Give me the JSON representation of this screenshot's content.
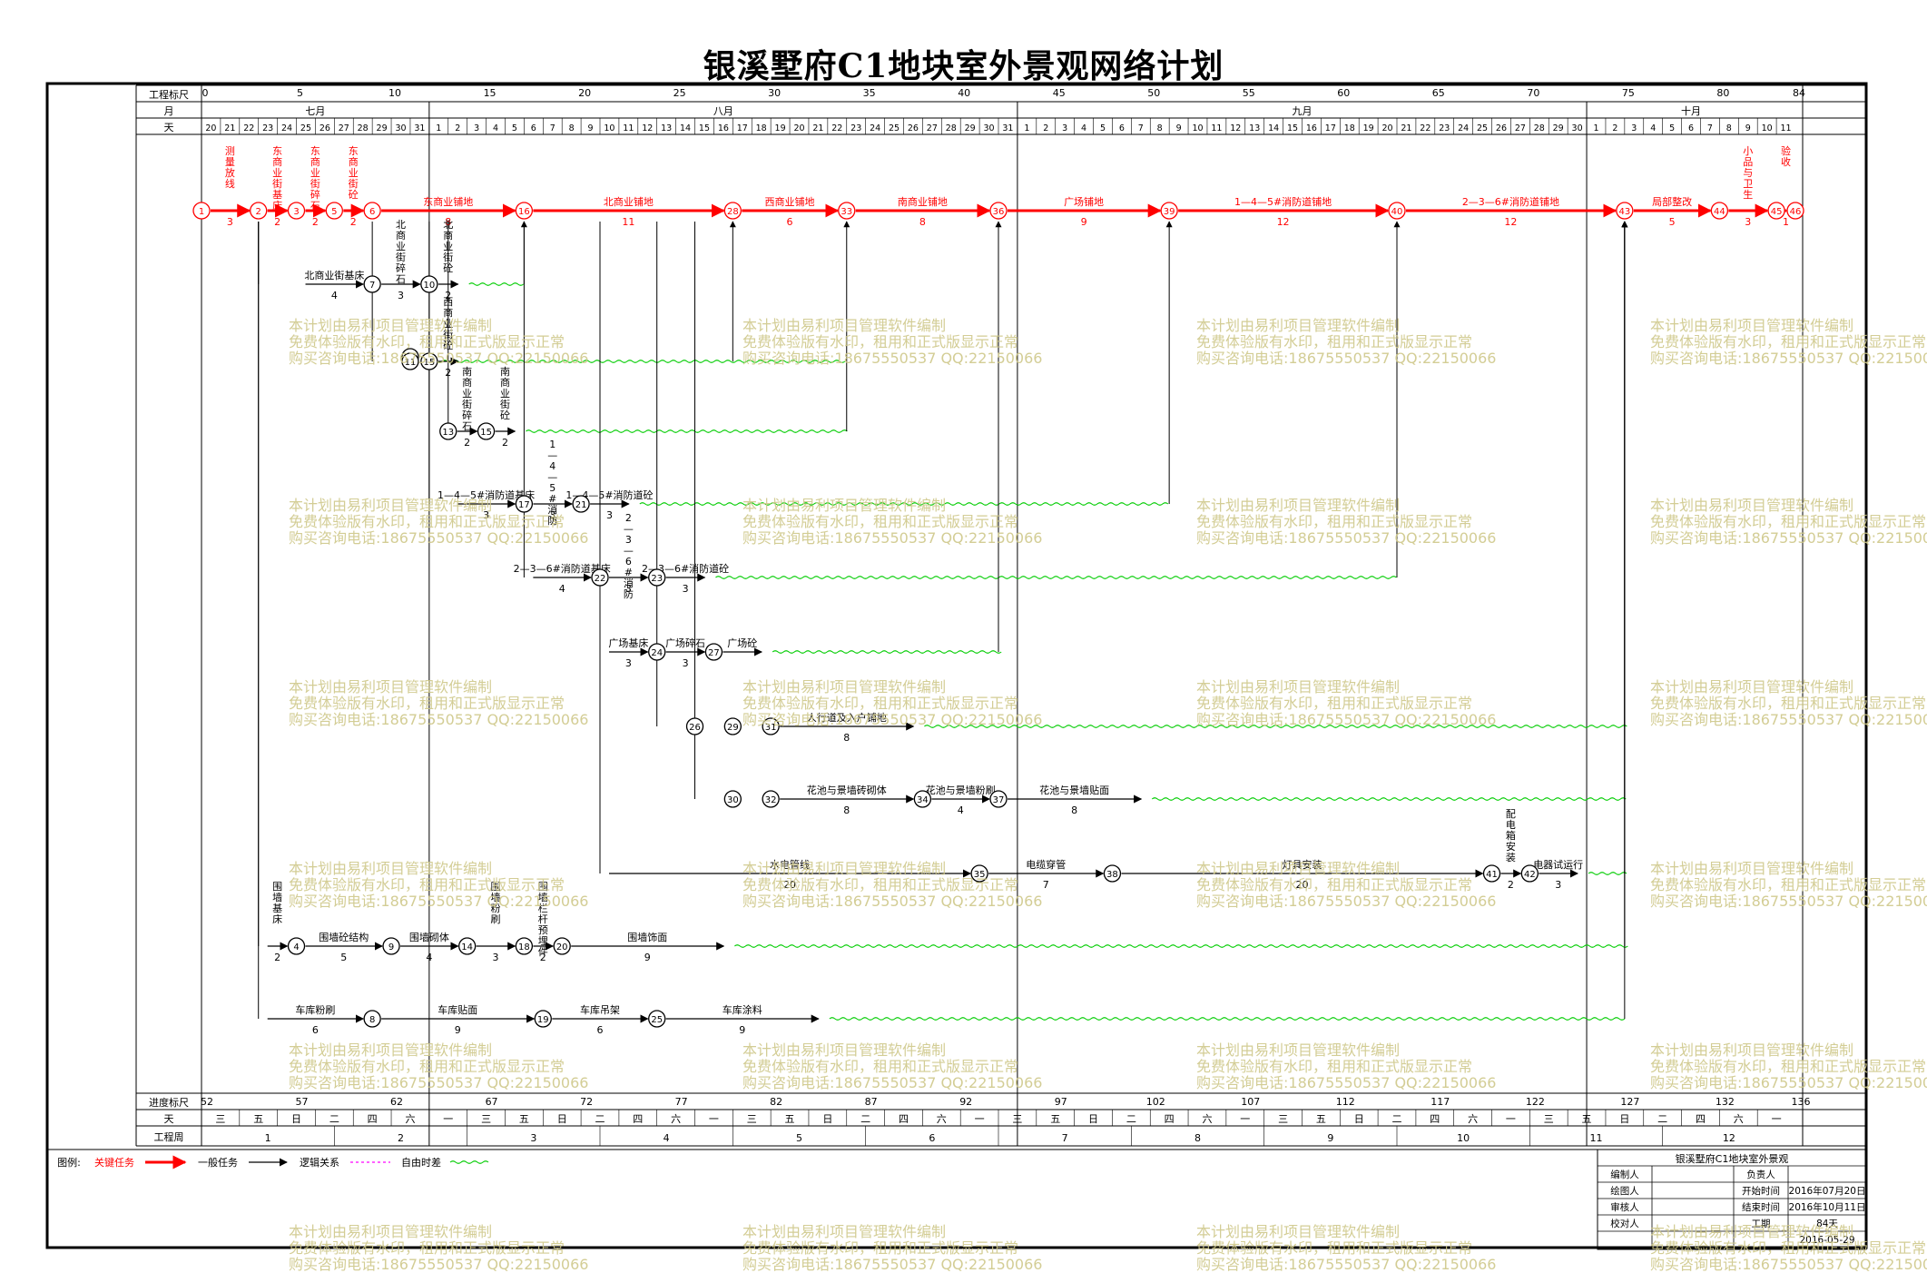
{
  "title": "银溪墅府C1地块室外景观网络计划",
  "scale": {
    "top_label": "工程标尺",
    "month_label": "月",
    "day_label": "天",
    "top_ticks": [
      "0",
      "5",
      "10",
      "15",
      "20",
      "25",
      "30",
      "35",
      "40",
      "45",
      "50",
      "55",
      "60",
      "65",
      "70",
      "75",
      "80",
      "84"
    ],
    "months": [
      {
        "name": "七月",
        "from": 0,
        "to": 12
      },
      {
        "name": "八月",
        "from": 12,
        "to": 43
      },
      {
        "name": "九月",
        "from": 43,
        "to": 73
      },
      {
        "name": "十月",
        "from": 73,
        "to": 84
      }
    ],
    "days": [
      "20",
      "21",
      "22",
      "23",
      "24",
      "25",
      "26",
      "27",
      "28",
      "29",
      "30",
      "31",
      "1",
      "2",
      "3",
      "4",
      "5",
      "6",
      "7",
      "8",
      "9",
      "10",
      "11",
      "12",
      "13",
      "14",
      "15",
      "16",
      "17",
      "18",
      "19",
      "20",
      "21",
      "22",
      "23",
      "24",
      "25",
      "26",
      "27",
      "28",
      "29",
      "30",
      "31",
      "1",
      "2",
      "3",
      "4",
      "5",
      "6",
      "7",
      "8",
      "9",
      "10",
      "11",
      "12",
      "13",
      "14",
      "15",
      "16",
      "17",
      "18",
      "19",
      "20",
      "21",
      "22",
      "23",
      "24",
      "25",
      "26",
      "27",
      "28",
      "29",
      "30",
      "1",
      "2",
      "3",
      "4",
      "5",
      "6",
      "7",
      "8",
      "9",
      "10",
      "11"
    ],
    "bottom_label": "进度标尺",
    "bottom_ticks": [
      "52",
      "57",
      "62",
      "67",
      "72",
      "77",
      "82",
      "87",
      "92",
      "97",
      "102",
      "107",
      "112",
      "117",
      "122",
      "127",
      "132",
      "136"
    ],
    "weekday_label": "天",
    "weekdays": [
      "三",
      "五",
      "日",
      "二",
      "四",
      "六",
      "一",
      "三",
      "五",
      "日",
      "二",
      "四",
      "六",
      "一",
      "三",
      "五",
      "日",
      "二",
      "四",
      "六",
      "一",
      "三",
      "五",
      "日",
      "二",
      "四",
      "六",
      "一",
      "三",
      "五",
      "日",
      "二",
      "四",
      "六",
      "一",
      "三",
      "五",
      "日",
      "二",
      "四",
      "六",
      "一"
    ],
    "week_label": "工程周",
    "weeks": [
      "1",
      "2",
      "3",
      "4",
      "5",
      "6",
      "7",
      "8",
      "9",
      "10",
      "11",
      "12"
    ]
  },
  "nodes": [
    {
      "id": "1",
      "t": 0,
      "row": 0,
      "crit": true
    },
    {
      "id": "2",
      "t": 3,
      "row": 0,
      "crit": true
    },
    {
      "id": "3",
      "t": 5,
      "row": 0,
      "crit": true
    },
    {
      "id": "5",
      "t": 7,
      "row": 0,
      "crit": true
    },
    {
      "id": "6",
      "t": 9,
      "row": 0,
      "crit": true
    },
    {
      "id": "16",
      "t": 17,
      "row": 0,
      "crit": true
    },
    {
      "id": "28",
      "t": 28,
      "row": 0,
      "crit": true
    },
    {
      "id": "33",
      "t": 34,
      "row": 0,
      "crit": true
    },
    {
      "id": "36",
      "t": 42,
      "row": 0,
      "crit": true
    },
    {
      "id": "39",
      "t": 51,
      "row": 0,
      "crit": true
    },
    {
      "id": "40",
      "t": 63,
      "row": 0,
      "crit": true
    },
    {
      "id": "43",
      "t": 75,
      "row": 0,
      "crit": true
    },
    {
      "id": "44",
      "t": 80,
      "row": 0,
      "crit": true
    },
    {
      "id": "45",
      "t": 83,
      "row": 0,
      "crit": true
    },
    {
      "id": "46",
      "t": 84,
      "row": 0,
      "crit": true
    },
    {
      "id": "7",
      "t": 9,
      "row": 1
    },
    {
      "id": "10",
      "t": 12,
      "row": 1
    },
    {
      "id": "12",
      "t": 11,
      "row": 2
    },
    {
      "id": "11",
      "t": 11,
      "row": 3
    },
    {
      "id": "15",
      "t": 12,
      "row": 3
    },
    {
      "id": "13",
      "t": 13,
      "row": 4
    },
    {
      "id": "15",
      "t": 15,
      "row": 4
    },
    {
      "id": "17",
      "t": 17,
      "row": 5
    },
    {
      "id": "21",
      "t": 20,
      "row": 5
    },
    {
      "id": "22",
      "t": 21,
      "row": 6
    },
    {
      "id": "23",
      "t": 24,
      "row": 6
    },
    {
      "id": "24",
      "t": 24,
      "row": 7
    },
    {
      "id": "27",
      "t": 27,
      "row": 7
    },
    {
      "id": "26",
      "t": 26,
      "row": 8
    },
    {
      "id": "29",
      "t": 28,
      "row": 8
    },
    {
      "id": "31",
      "t": 30,
      "row": 8
    },
    {
      "id": "30",
      "t": 28,
      "row": 9
    },
    {
      "id": "32",
      "t": 30,
      "row": 9
    },
    {
      "id": "34",
      "t": 38,
      "row": 9
    },
    {
      "id": "37",
      "t": 42,
      "row": 9
    },
    {
      "id": "35",
      "t": 41,
      "row": 10
    },
    {
      "id": "38",
      "t": 48,
      "row": 10
    },
    {
      "id": "41",
      "t": 68,
      "row": 10
    },
    {
      "id": "42",
      "t": 70,
      "row": 10
    },
    {
      "id": "4",
      "t": 5,
      "row": 11
    },
    {
      "id": "9",
      "t": 10,
      "row": 11
    },
    {
      "id": "14",
      "t": 14,
      "row": 11
    },
    {
      "id": "18",
      "t": 17,
      "row": 11
    },
    {
      "id": "20",
      "t": 19,
      "row": 11
    },
    {
      "id": "8",
      "t": 9,
      "row": 12
    },
    {
      "id": "19",
      "t": 18,
      "row": 12
    },
    {
      "id": "25",
      "t": 24,
      "row": 12
    }
  ],
  "tasks": [
    {
      "name": "测量放线",
      "dur": "3",
      "from": 0,
      "to": 3,
      "row": 0,
      "crit": true,
      "vertical": true
    },
    {
      "name": "东商业街基床",
      "dur": "2",
      "from": 3,
      "to": 5,
      "row": 0,
      "crit": true,
      "vertical": true
    },
    {
      "name": "东商业街碎石",
      "dur": "2",
      "from": 5,
      "to": 7,
      "row": 0,
      "crit": true,
      "vertical": true
    },
    {
      "name": "东商业街砼",
      "dur": "2",
      "from": 7,
      "to": 9,
      "row": 0,
      "crit": true,
      "vertical": true
    },
    {
      "name": "东商业铺地",
      "dur": "8",
      "from": 9,
      "to": 17,
      "row": 0,
      "crit": true
    },
    {
      "name": "北商业铺地",
      "dur": "11",
      "from": 17,
      "to": 28,
      "row": 0,
      "crit": true
    },
    {
      "name": "西商业铺地",
      "dur": "6",
      "from": 28,
      "to": 34,
      "row": 0,
      "crit": true
    },
    {
      "name": "南商业铺地",
      "dur": "8",
      "from": 34,
      "to": 42,
      "row": 0,
      "crit": true
    },
    {
      "name": "广场铺地",
      "dur": "9",
      "from": 42,
      "to": 51,
      "row": 0,
      "crit": true
    },
    {
      "name": "1—4—5#消防道铺地",
      "dur": "12",
      "from": 51,
      "to": 63,
      "row": 0,
      "crit": true
    },
    {
      "name": "2—3—6#消防道铺地",
      "dur": "12",
      "from": 63,
      "to": 75,
      "row": 0,
      "crit": true
    },
    {
      "name": "局部整改",
      "dur": "5",
      "from": 75,
      "to": 80,
      "row": 0,
      "crit": true
    },
    {
      "name": "小品与卫生",
      "dur": "3",
      "from": 80,
      "to": 83,
      "row": 0,
      "crit": true,
      "vertical": true
    },
    {
      "name": "验收",
      "dur": "1",
      "from": 83,
      "to": 84,
      "row": 0,
      "crit": true,
      "vertical": true
    },
    {
      "name": "北商业街基床",
      "dur": "4",
      "from": 5,
      "to": 9,
      "row": 1
    },
    {
      "name": "北商业街碎石",
      "dur": "3",
      "from": 9,
      "to": 12,
      "row": 1,
      "vertical": true
    },
    {
      "name": "北商业街砼",
      "dur": "2",
      "from": 12,
      "to": 14,
      "row": 1,
      "vertical": true
    },
    {
      "name": "西商业街砼",
      "dur": "2",
      "from": 12,
      "to": 14,
      "row": 3,
      "vertical": true
    },
    {
      "name": "南商业街碎石",
      "dur": "2",
      "from": 13,
      "to": 15,
      "row": 4,
      "vertical": true
    },
    {
      "name": "南商业街砼",
      "dur": "2",
      "from": 15,
      "to": 17,
      "row": 4,
      "vertical": true
    },
    {
      "name": "1—4—5#消防道基床",
      "dur": "3",
      "from": 13,
      "to": 17,
      "row": 5
    },
    {
      "name": "1—4—5#消防道碎石",
      "dur": "3",
      "from": 17,
      "to": 20,
      "row": 5,
      "vertical": true
    },
    {
      "name": "1—4—5#消防道砼",
      "dur": "3",
      "from": 20,
      "to": 23,
      "row": 5
    },
    {
      "name": "2—3—6#消防道基床",
      "dur": "4",
      "from": 17,
      "to": 21,
      "row": 6
    },
    {
      "name": "2—3—6#消防道碎石",
      "dur": "3",
      "from": 21,
      "to": 24,
      "row": 6,
      "vertical": true
    },
    {
      "name": "2—3—6#消防道砼",
      "dur": "3",
      "from": 24,
      "to": 27,
      "row": 6
    },
    {
      "name": "广场基床",
      "dur": "3",
      "from": 21,
      "to": 24,
      "row": 7
    },
    {
      "name": "广场碎石",
      "dur": "3",
      "from": 24,
      "to": 27,
      "row": 7
    },
    {
      "name": "广场砼",
      "dur": "",
      "from": 27,
      "to": 30,
      "row": 7
    },
    {
      "name": "人行道及入户铺地",
      "dur": "8",
      "from": 30,
      "to": 38,
      "row": 8
    },
    {
      "name": "花池与景墙砖砌体",
      "dur": "8",
      "from": 30,
      "to": 38,
      "row": 9
    },
    {
      "name": "花池与景墙粉刷",
      "dur": "4",
      "from": 38,
      "to": 42,
      "row": 9
    },
    {
      "name": "花池与景墙贴面",
      "dur": "8",
      "from": 42,
      "to": 50,
      "row": 9
    },
    {
      "name": "水电管线",
      "dur": "20",
      "from": 21,
      "to": 41,
      "row": 10
    },
    {
      "name": "电缆穿管",
      "dur": "7",
      "from": 41,
      "to": 48,
      "row": 10
    },
    {
      "name": "灯具安装",
      "dur": "20",
      "from": 48,
      "to": 68,
      "row": 10
    },
    {
      "name": "配电箱安装",
      "dur": "2",
      "from": 68,
      "to": 70,
      "row": 10,
      "vertical": true
    },
    {
      "name": "电器试运行",
      "dur": "3",
      "from": 70,
      "to": 73,
      "row": 10
    },
    {
      "name": "围墙基床",
      "dur": "2",
      "from": 3,
      "to": 5,
      "row": 11,
      "vertical": true
    },
    {
      "name": "围墙砼结构",
      "dur": "5",
      "from": 5,
      "to": 10,
      "row": 11
    },
    {
      "name": "围墙砌体",
      "dur": "4",
      "from": 10,
      "to": 14,
      "row": 11
    },
    {
      "name": "围墙粉刷",
      "dur": "3",
      "from": 14,
      "to": 17,
      "row": 11,
      "vertical": true
    },
    {
      "name": "围墙栏杆预埋件",
      "dur": "2",
      "from": 17,
      "to": 19,
      "row": 11,
      "vertical": true
    },
    {
      "name": "围墙饰面",
      "dur": "9",
      "from": 19,
      "to": 28,
      "row": 11
    },
    {
      "name": "车库粉刷",
      "dur": "6",
      "from": 3,
      "to": 9,
      "row": 12
    },
    {
      "name": "车库贴面",
      "dur": "9",
      "from": 9,
      "to": 18,
      "row": 12
    },
    {
      "name": "车库吊架",
      "dur": "6",
      "from": 18,
      "to": 24,
      "row": 12
    },
    {
      "name": "车库涂料",
      "dur": "9",
      "from": 24,
      "to": 33,
      "row": 12
    }
  ],
  "legend": {
    "label": "图例:",
    "critical": "关键任务",
    "normal": "一般任务",
    "logic": "逻辑关系",
    "float": "自由时差",
    "critical_color": "#ff0000",
    "float_color": "#00cc00",
    "logic_color": "#ff00ff"
  },
  "info": {
    "project": "银溪墅府C1地块室外景观",
    "rows": [
      [
        "编制人",
        "",
        "负责人",
        ""
      ],
      [
        "绘图人",
        "",
        "开始时间",
        "2016年07月20日"
      ],
      [
        "审核人",
        "",
        "结束时间",
        "2016年10月11日"
      ],
      [
        "校对人",
        "",
        "工期",
        "84天"
      ],
      [
        "",
        "",
        "",
        "2016-05-29"
      ]
    ]
  },
  "watermark": [
    "本计划由易利项目管理软件编制",
    "免费体验版有水印，租用和正式版显示正常",
    "购买咨询电话:18675550537 QQ:22150066"
  ]
}
